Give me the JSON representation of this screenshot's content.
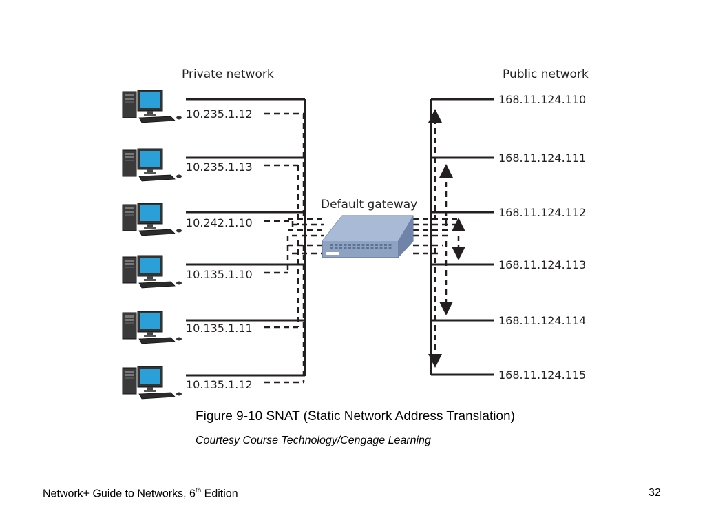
{
  "diagram": {
    "private_network_label": "Private network",
    "public_network_label": "Public network",
    "gateway_label": "Default gateway",
    "private_hosts": [
      {
        "ip": "10.235.1.12"
      },
      {
        "ip": "10.235.1.13"
      },
      {
        "ip": "10.242.1.10"
      },
      {
        "ip": "10.135.1.10"
      },
      {
        "ip": "10.135.1.11"
      },
      {
        "ip": "10.135.1.12"
      }
    ],
    "public_addresses": [
      {
        "ip": "168.11.124.110"
      },
      {
        "ip": "168.11.124.111"
      },
      {
        "ip": "168.11.124.112"
      },
      {
        "ip": "168.11.124.113"
      },
      {
        "ip": "168.11.124.114"
      },
      {
        "ip": "168.11.124.115"
      }
    ],
    "icons": {
      "computer": "desktop-computer-icon",
      "gateway": "router-icon"
    },
    "colors": {
      "line": "#231f20",
      "monitor_screen": "#2a9fd8",
      "router": "#8fa3c4"
    }
  },
  "caption": {
    "figure": "Figure 9-10 SNAT (Static Network Address Translation)",
    "credit": "Courtesy Course Technology/Cengage Learning"
  },
  "footer": {
    "book_title_prefix": "Network+ Guide to Networks, 6",
    "book_title_sup": "th",
    "book_title_suffix": " Edition",
    "page_number": "32"
  }
}
